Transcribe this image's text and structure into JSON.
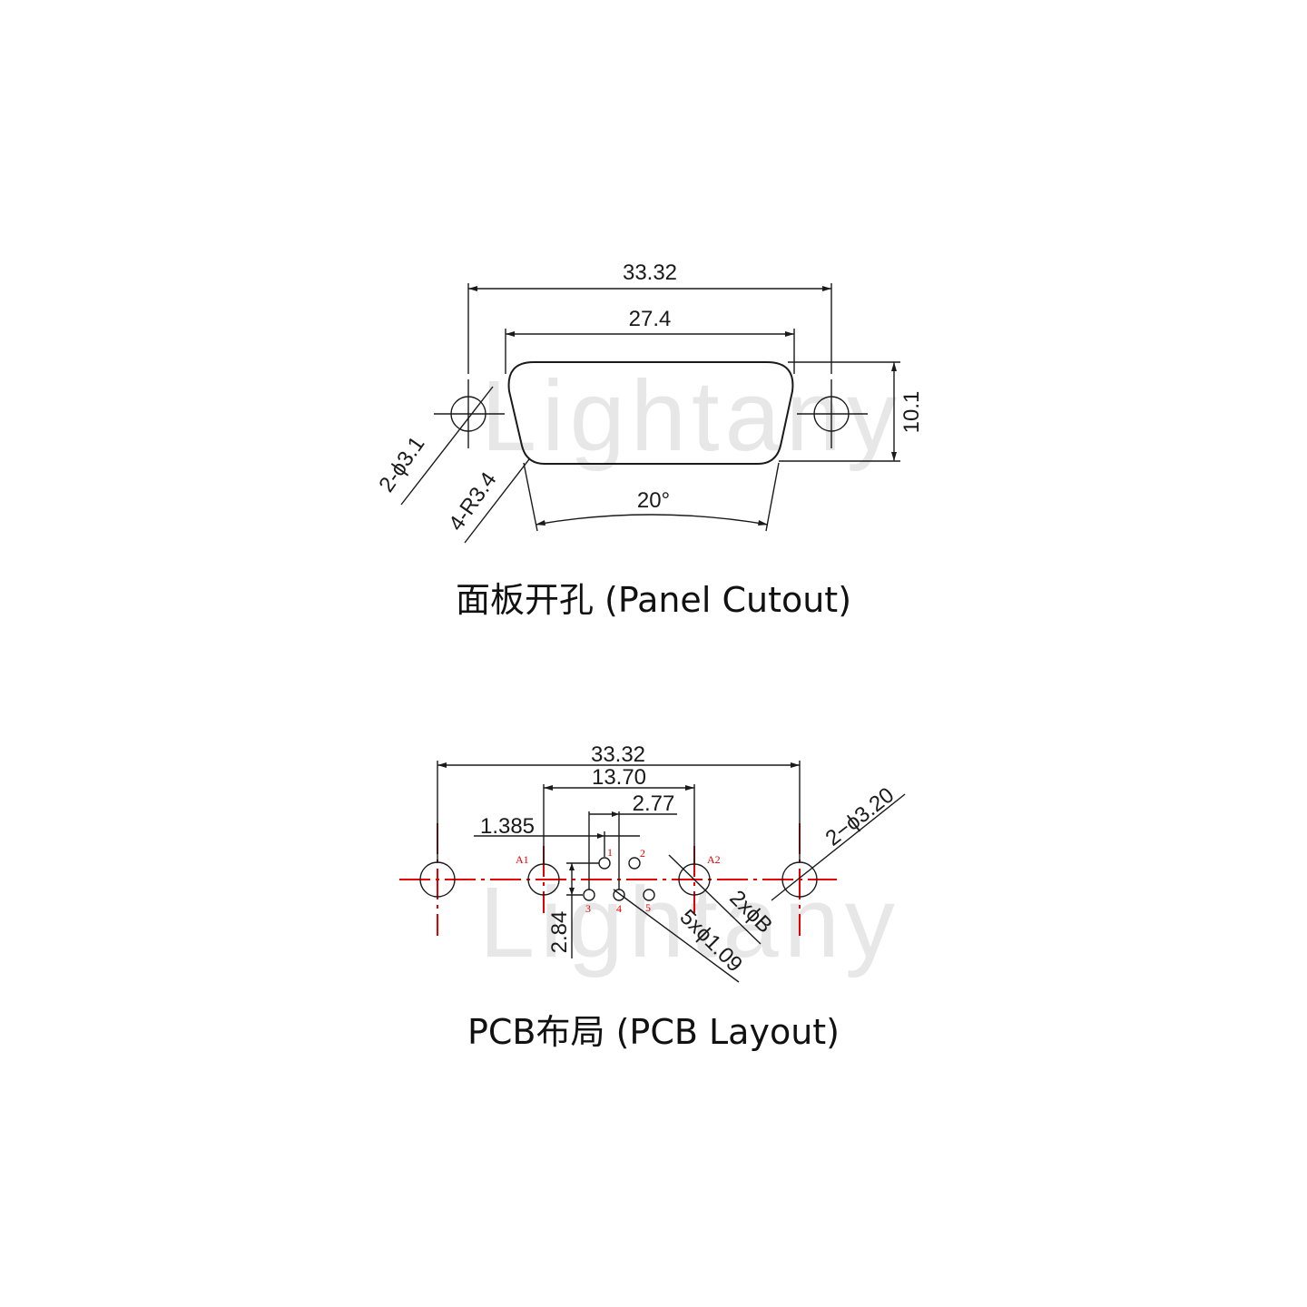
{
  "watermark": "Lightany",
  "panel_cutout": {
    "caption": "面板开孔 (Panel Cutout)",
    "dim_overall_width": "33.32",
    "dim_opening_width": "27.4",
    "dim_height": "10.1",
    "dim_holes": "2-ϕ3.1",
    "dim_radius": "4-R3.4",
    "dim_angle": "20°"
  },
  "pcb_layout": {
    "caption": "PCB布局 (PCB Layout)",
    "dim_overall_width": "33.32",
    "dim_anchor_spacing": "13.70",
    "dim_pin_spacing": "2.77",
    "dim_pin_offset": "1.385",
    "dim_row_spacing": "2.84",
    "dim_mount_holes": "2−ϕ3.20",
    "dim_anchor_holes": "2xϕB",
    "dim_pin_holes": "5xϕ1.09",
    "pin_labels": [
      "1",
      "2",
      "3",
      "4",
      "5"
    ],
    "anchor_labels": [
      "A1",
      "A2"
    ]
  },
  "colors": {
    "lines": "#1a1a1a",
    "centerlines": "#e60000",
    "watermark": "#d4d4d4"
  }
}
